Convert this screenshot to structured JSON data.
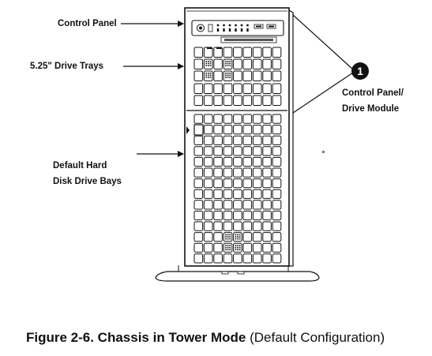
{
  "labels": {
    "control_panel": "Control Panel",
    "drive_trays": "5.25\" Drive Trays",
    "hdd_bays_line1": "Default Hard",
    "hdd_bays_line2": "Disk Drive Bays",
    "module_line1": "Control Panel/",
    "module_line2": "Drive Module",
    "callout_number": "1"
  },
  "caption": {
    "title": "Figure 2-6. Chassis in Tower Mode",
    "subtitle": "(Default Configuration)"
  }
}
